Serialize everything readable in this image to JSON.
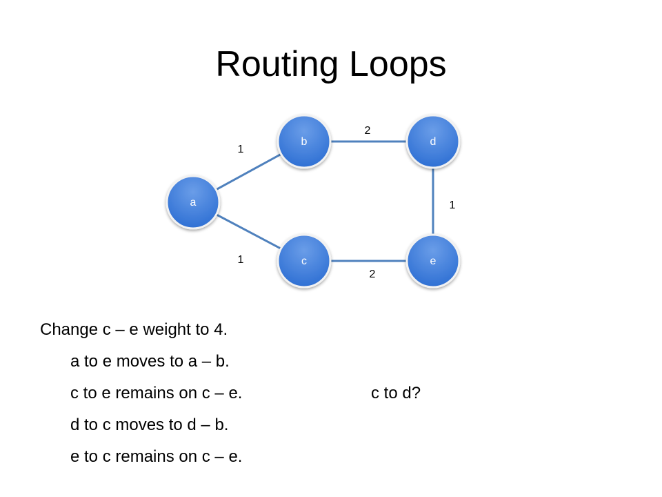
{
  "slide": {
    "title": "Routing Loops"
  },
  "graph": {
    "nodes": [
      {
        "id": "a",
        "label": "a"
      },
      {
        "id": "b",
        "label": "b"
      },
      {
        "id": "c",
        "label": "c"
      },
      {
        "id": "d",
        "label": "d"
      },
      {
        "id": "e",
        "label": "e"
      }
    ],
    "edges": [
      {
        "from": "a",
        "to": "b",
        "weight": "1"
      },
      {
        "from": "a",
        "to": "c",
        "weight": "1"
      },
      {
        "from": "b",
        "to": "d",
        "weight": "2"
      },
      {
        "from": "d",
        "to": "e",
        "weight": "1"
      },
      {
        "from": "c",
        "to": "e",
        "weight": "2"
      }
    ],
    "colors": {
      "node_fill_top": "#6a9de8",
      "node_fill_bottom": "#2a6cd2",
      "node_stroke": "#f2f2f2",
      "edge": "#4f81bd"
    }
  },
  "body": {
    "line1": "Change c – e weight to 4.",
    "line2": "a to e moves to a – b.",
    "line3": "c to e remains on c – e.",
    "line3_right": "c to d?",
    "line4": "d to c moves to d – b.",
    "line5": "e to c remains on c – e."
  }
}
